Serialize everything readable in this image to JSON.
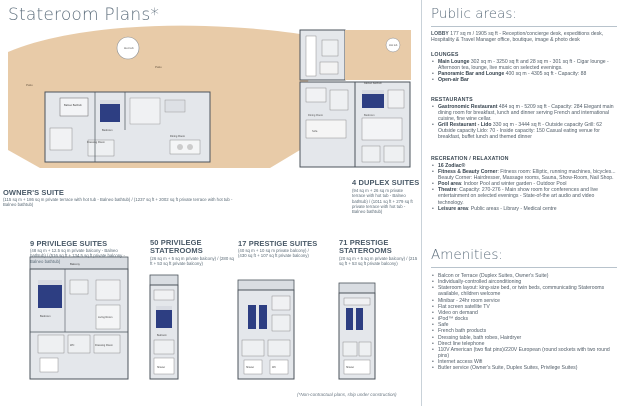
{
  "title": "Stateroom Plans*",
  "plans": {
    "owners_suite": {
      "name": "OWNER'S SUITE",
      "desc": "(115 sq m + 186 sq m private terrace with hot tub - Balneo bathtub) / (1237 sq ft + 2002 sq ft private terrace with hot tub - Balneo bathtub)"
    },
    "duplex": {
      "name": "4 DUPLEX SUITES",
      "desc": "(94 sq m + 26 sq m private terrace with hot tub - Balneo bathtub) / (1011 sq ft + 279 sq ft private terrace with hot tub - Balneo bathtub)"
    },
    "privilege_suites": {
      "name": "9 PRIVILEGE SUITES",
      "desc": "(48 sq m + 12.5 sq m private balcony - Balneo bathtub) / (516 sq ft + 134.5 sq ft private balcony - Balneo bathtub)"
    },
    "privilege_staterooms": {
      "name": "50 PRIVILEGE STATEROOMS",
      "desc": "(26 sq m + 5 sq m private balcony) / (280 sq ft + 53 sq ft private balcony)"
    },
    "prestige_suites": {
      "name": "17 PRESTIGE SUITES",
      "desc": "(40 sq m + 10 sq m private balcony) / (430 sq ft + 107 sq ft private balcony)"
    },
    "prestige_staterooms": {
      "name": "71 PRESTIGE STATEROOMS",
      "desc": "(20 sq m + 5 sq m private balcony) / (215 sq ft + 53 sq ft private balcony)"
    }
  },
  "room_labels": {
    "hot_tub": "Hot tub",
    "patio": "Patio",
    "balneo": "Balneo Bathtub",
    "bedroom": "Bedroom",
    "dining_room": "Dining Room",
    "dressing": "Dressing Room",
    "balcony": "Balcony",
    "wc": "WC",
    "shower": "Shower",
    "sofa": "Sofa",
    "entrance": "Entrance",
    "living": "Living Room"
  },
  "footnote": "(*Non-contractual plans, ship under construction)",
  "public_areas": {
    "title": "Public areas:",
    "lobby": {
      "label": "LOBBY",
      "text": "177 sq m / 1905 sq ft - Reception/concierge desk, expeditions desk, Hospitality & Travel Manager office, boutique, image & photo desk"
    },
    "lounges_title": "LOUNGES",
    "lounges": [
      {
        "name": "Main Lounge",
        "text": "302 sq m - 3250 sq ft and 28 sq m - 301 sq ft - Cigar lounge - Afternoon tea, lounge, live music on selected evenings."
      },
      {
        "name": "Panoramic Bar and Lounge",
        "text": "400 sq m - 4305 sq ft - Capacity: 88"
      },
      {
        "name": "Open-air Bar",
        "text": ""
      }
    ],
    "restaurants_title": "RESTAURANTS",
    "restaurants": [
      {
        "name": "Gastronomic Restaurant",
        "text": "484 sq m - 5209 sq ft - Capacity: 284 Elegant main dining room for breakfast, lunch and dinner serving French and international cuisine, fine wine cellar."
      },
      {
        "name": "Grill Restaurant - Lido",
        "text": "330 sq m - 3444 sq ft - Outside capacity Grill: 62 Outside capacity Lido: 70 - Inside capacity: 150 Casual eating venue for breakfast, buffet lunch and themed dinner"
      }
    ],
    "recreation_title": "RECREATION / RELAXATION",
    "recreation": [
      {
        "name": "16 Zodiac®",
        "text": ""
      },
      {
        "name": "Fitness & Beauty Corner",
        "text": ": Fitness room: Elliptic, running machines, bicycles... Beauty Corner: Hairdresser, Massage rooms, Sauna, Show-Room, Nail Shop."
      },
      {
        "name": "Pool area",
        "text": ": Indoor Pool and winter garden - Outdoor Pool"
      },
      {
        "name": "Theatre",
        "text": ": Capacity: 270-276 - Main show room for conferences and live entertainment on selected evenings - State-of-the art audio and video technology."
      },
      {
        "name": "Leisure area",
        "text": ": Public areas - Library - Medical centre"
      }
    ]
  },
  "amenities": {
    "title": "Amenities:",
    "items": [
      "Balcon or Terrace (Duplex Suites, Owner's Suite)",
      "Individually-controlled airconditioning",
      "Stateroom layout: king-size bed, or twin beds, communicating Staterooms available, children welcome",
      "Minibar - 24hr room service",
      "Flat screen satellite TV",
      "Video on demand",
      "iPod™ docks",
      "Safe",
      "French bath products",
      "Dressing table, bath robes, Hairdryer",
      "Direct line telephone",
      "110V American (two flat pins)/220V European (round sockets with two round pins)",
      "Internet access Wifi",
      "Butler service (Owner's Suite, Duplex Suites, Privilege Suites)"
    ]
  },
  "colors": {
    "navy": "#2d3e82",
    "floor": "#e3e6ea",
    "terrace": "#e6c9a6",
    "wall": "#4b535b",
    "text": "#5d6e7c"
  }
}
